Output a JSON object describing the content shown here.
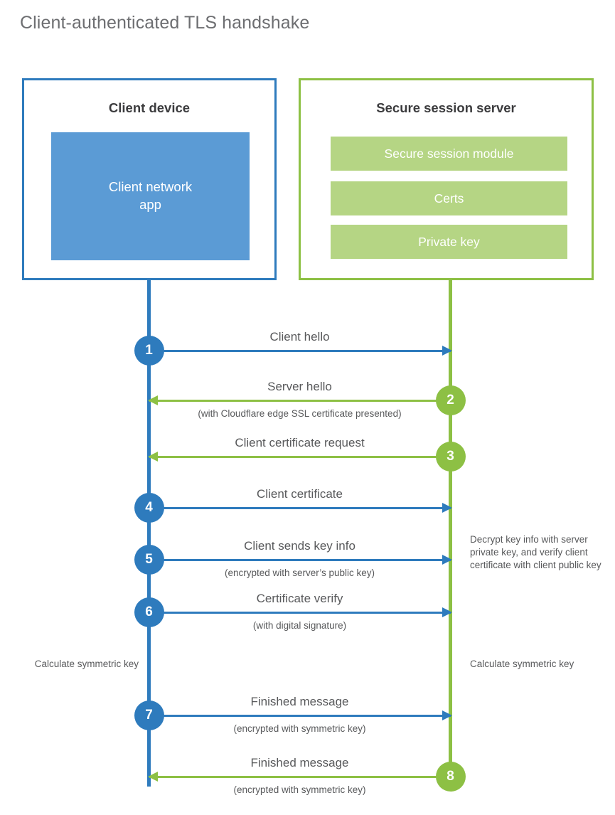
{
  "title": "Client-authenticated TLS handshake",
  "colors": {
    "blue": "#2e7bbd",
    "blue_fill": "#5b9bd5",
    "green": "#8dc044",
    "green_fill": "#b5d584",
    "text": "#58595b",
    "heading": "#3b3b3d",
    "title": "#6d6e71"
  },
  "client": {
    "title": "Client device",
    "app_label": "Client network\napp",
    "app_label_line1": "Client network",
    "app_label_line2": "app"
  },
  "server": {
    "title": "Secure session server",
    "bars": [
      {
        "label": "Secure session module"
      },
      {
        "label": "Certs"
      },
      {
        "label": "Private key"
      }
    ]
  },
  "steps": [
    {
      "number": "1",
      "side": "client",
      "direction": "right",
      "label": "Client hello",
      "sub": ""
    },
    {
      "number": "2",
      "side": "server",
      "direction": "left",
      "label": "Server hello",
      "sub": "(with Cloudflare edge SSL certificate presented)"
    },
    {
      "number": "3",
      "side": "server",
      "direction": "left",
      "label": "Client certificate request",
      "sub": ""
    },
    {
      "number": "4",
      "side": "client",
      "direction": "right",
      "label": "Client certificate",
      "sub": ""
    },
    {
      "number": "5",
      "side": "client",
      "direction": "right",
      "label": "Client sends key info",
      "sub": "(encrypted with server’s public key)"
    },
    {
      "number": "6",
      "side": "client",
      "direction": "right",
      "label": "Certificate verify",
      "sub": "(with digital signature)"
    },
    {
      "number": "7",
      "side": "client",
      "direction": "right",
      "label": "Finished message",
      "sub": "(encrypted with symmetric key)"
    },
    {
      "number": "8",
      "side": "server",
      "direction": "left",
      "label": "Finished message",
      "sub": "(encrypted with symmetric key)"
    }
  ],
  "notes": {
    "decrypt_verify": "Decrypt key info with server private key, and verify client certificate with client public key",
    "calc_sym_key_client": "Calculate symmetric key",
    "calc_sym_key_server": "Calculate symmetric key"
  }
}
